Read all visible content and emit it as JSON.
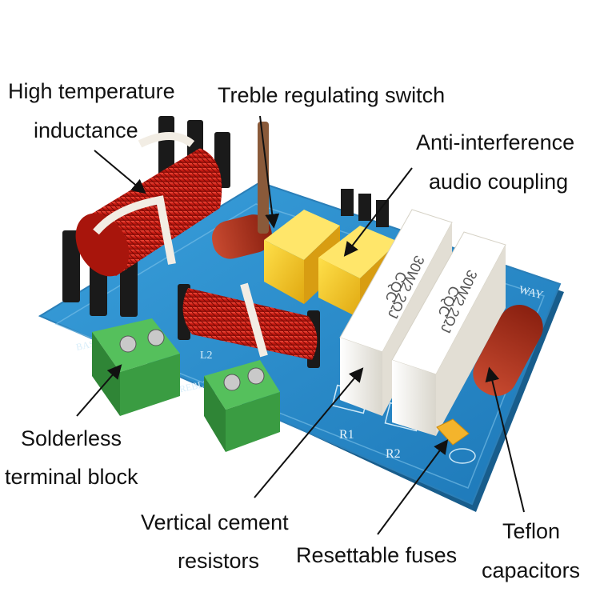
{
  "labels": {
    "high_temperature_inductance": [
      "High temperature",
      "inductance"
    ],
    "treble_regulating_switch": "Treble regulating switch",
    "anti_interference_audio_coupling": [
      "Anti-interference",
      "audio coupling"
    ],
    "solderless_terminal_block": [
      "Solderless",
      "terminal block"
    ],
    "vertical_cement_resistors": [
      "Vertical cement",
      "resistors"
    ],
    "resettable_fuses": "Resettable fuses",
    "teflon_capacitors": [
      "Teflon",
      "capacitors"
    ]
  },
  "board_silkscreen": {
    "bass": "BASS",
    "treble": "TREBLE",
    "r1": "R1",
    "r2": "R2",
    "l2": "L2",
    "way": "WAY",
    "resistor_marking": [
      "30W2.2ΩJ",
      "CQC"
    ]
  },
  "colors": {
    "board": "#2f8fd0",
    "board_dark": "#1f6fa8",
    "copper_wire": "#d81f1a",
    "terminal_green": "#3fb049",
    "capacitor_yellow": "#f3c81e",
    "resistor_white": "#f4f2ec",
    "teflon_cap": "#b5321f",
    "fuse_orange": "#f2a81c"
  },
  "icons": [
    "crossover-board",
    "inductor-coil",
    "screw-terminal",
    "arrow"
  ]
}
